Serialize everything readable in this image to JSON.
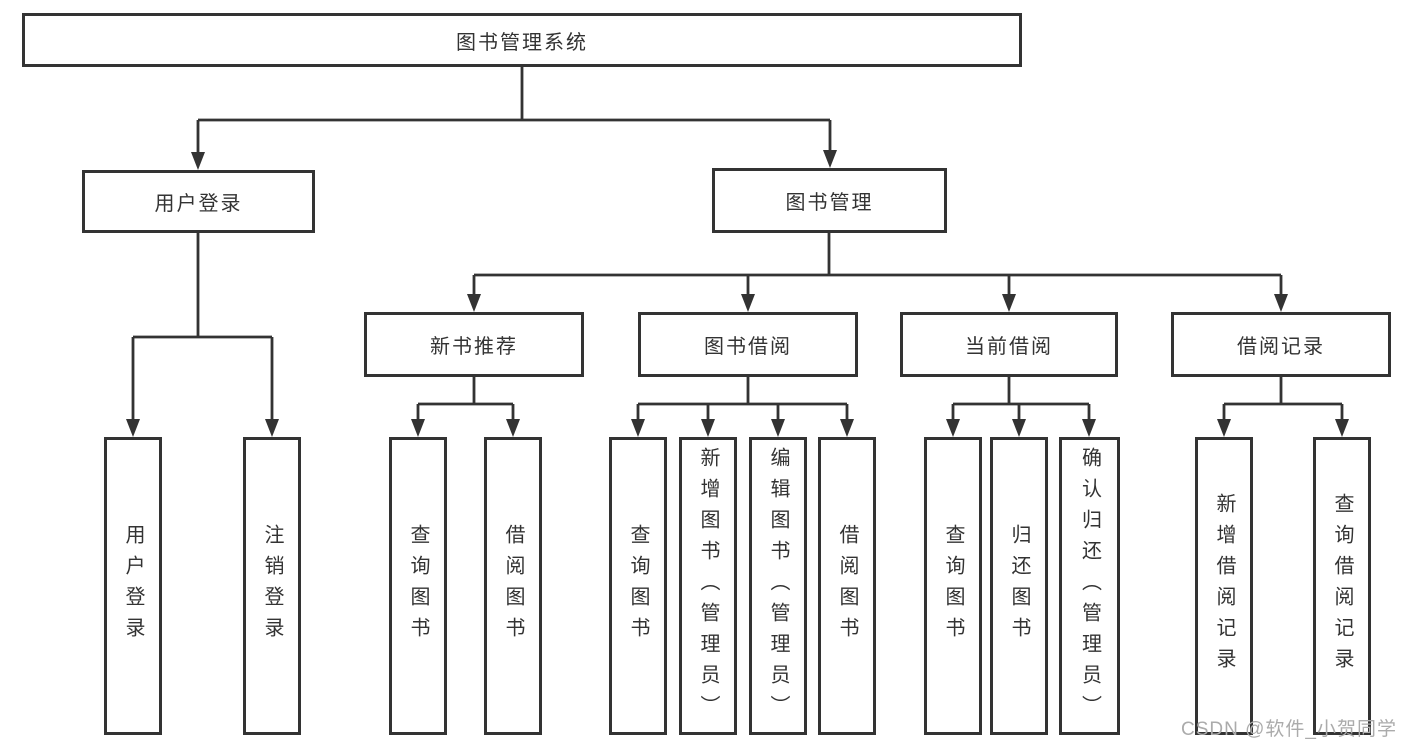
{
  "diagram": {
    "root": "图书管理系统",
    "level2": {
      "user_login_group": "用户登录",
      "book_mgmt": "图书管理"
    },
    "level3": {
      "new_books": "新书推荐",
      "book_borrow": "图书借阅",
      "current_borrow": "当前借阅",
      "borrow_records": "借阅记录"
    },
    "leaves": {
      "user_login": "用户登录",
      "logout": "注销登录",
      "nb_query": "查询图书",
      "nb_borrow": "借阅图书",
      "bb_query": "查询图书",
      "bb_add": "新增图书（管理员）",
      "bb_edit": "编辑图书（管理员）",
      "bb_borrow": "借阅图书",
      "cb_query": "查询图书",
      "cb_return": "归还图书",
      "cb_confirm": "确认归还（管理员）",
      "br_add": "新增借阅记录",
      "br_query": "查询借阅记录"
    }
  },
  "watermark": "CSDN @软件_小贺同学",
  "colors": {
    "line": "#333333",
    "text": "#333333",
    "box_background": "#ffffff",
    "watermark": "#ababab",
    "background": "#ffffff"
  }
}
